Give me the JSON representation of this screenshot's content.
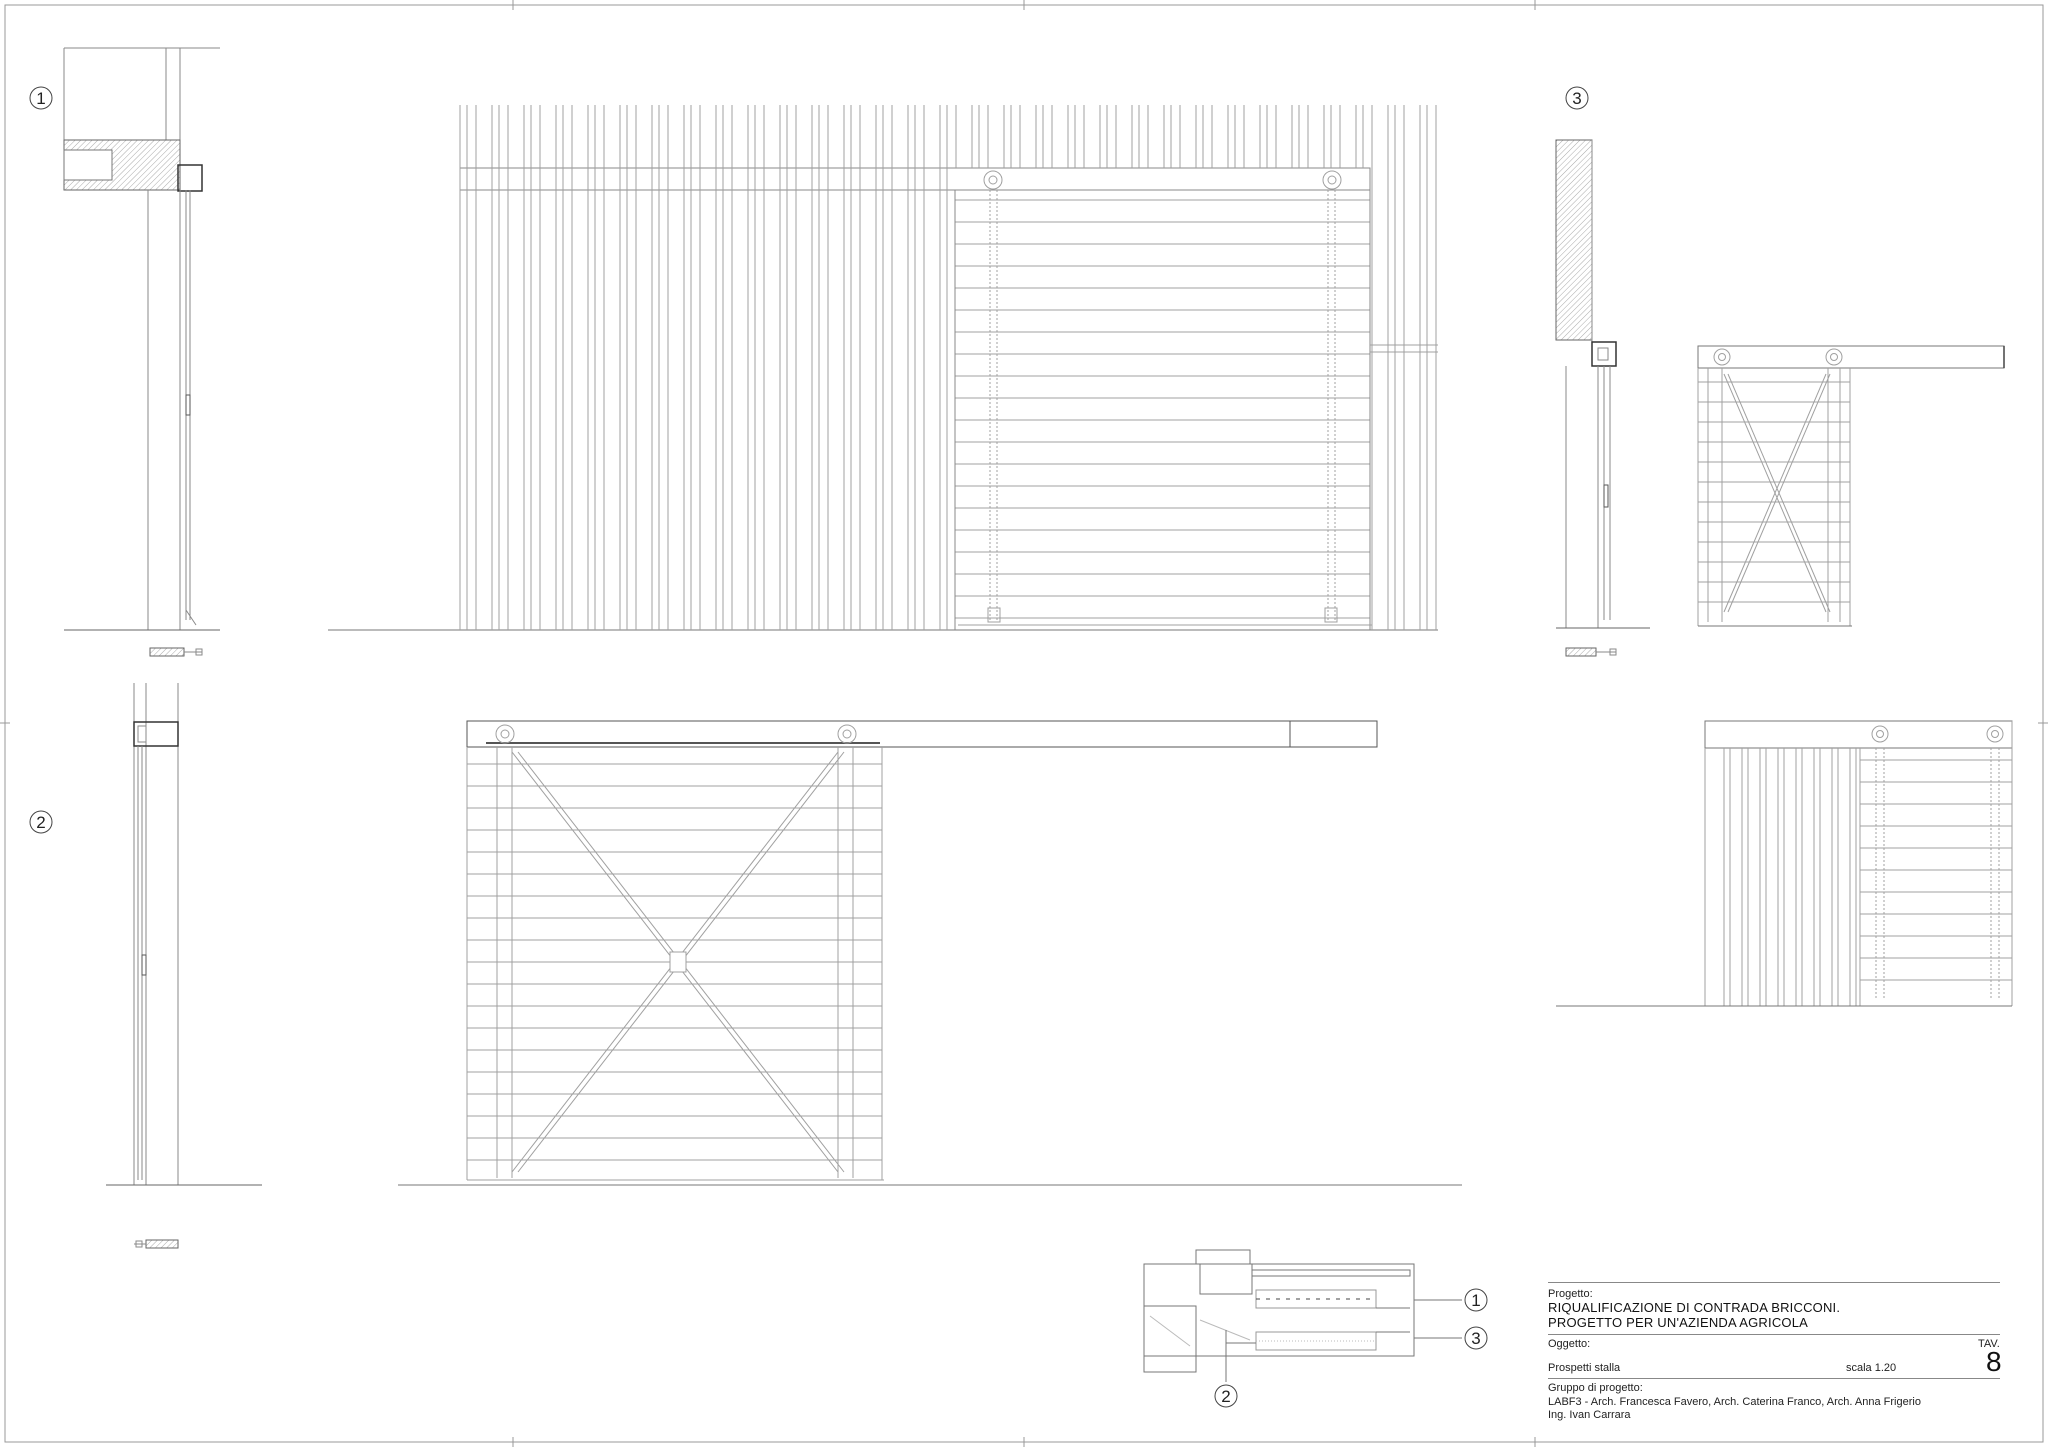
{
  "callouts": {
    "c1": "1",
    "c2": "2",
    "c3": "3"
  },
  "key_plan": {
    "c1": "1",
    "c2": "2",
    "c3": "3"
  },
  "title_block": {
    "progetto_label": "Progetto:",
    "project_line1": "RIQUALIFICAZIONE DI CONTRADA BRICCONI.",
    "project_line2": "PROGETTO PER UN'AZIENDA AGRICOLA",
    "oggetto_label": "Oggetto:",
    "tav_label": "TAV.",
    "tav_number": "8",
    "oggetto_value": "Prospetti stalla",
    "scale": "scala 1.20",
    "gruppo_label": "Gruppo di progetto:",
    "team_line1": "LABF3 - Arch. Francesca Favero, Arch. Caterina Franco, Arch. Anna Frigerio",
    "team_line2": "Ing. Ivan Carrara"
  },
  "colors": {
    "line": "#9a9a9a",
    "dark_line": "#444444",
    "hatch": "#b8b8b8"
  }
}
